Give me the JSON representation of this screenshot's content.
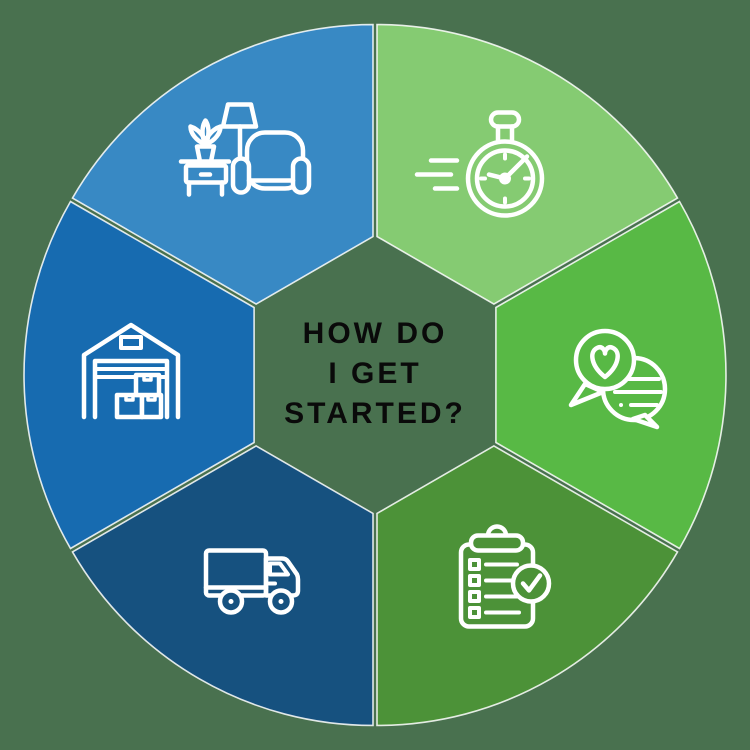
{
  "title": "How do I get started circular diagram",
  "background_color": "#49714F",
  "center": {
    "lines": [
      "HOW DO",
      "I GET",
      "STARTED?"
    ],
    "text_color": "#0A0A0A",
    "hexagon_color": "#49714F"
  },
  "wheel": {
    "icon_stroke": "#FFFFFF",
    "edge_color": "rgba(255,255,255,0.85)",
    "segments": [
      {
        "position": "top-left",
        "icon": "furniture-icon",
        "color": "#3889C4"
      },
      {
        "position": "top-right",
        "icon": "stopwatch-icon",
        "color": "#85CB72"
      },
      {
        "position": "right",
        "icon": "chat-heart-icon",
        "color": "#58B945"
      },
      {
        "position": "bottom-right",
        "icon": "checklist-icon",
        "color": "#4C9238"
      },
      {
        "position": "bottom-left",
        "icon": "truck-icon",
        "color": "#16517F"
      },
      {
        "position": "left",
        "icon": "warehouse-icon",
        "color": "#176BB0"
      }
    ]
  }
}
